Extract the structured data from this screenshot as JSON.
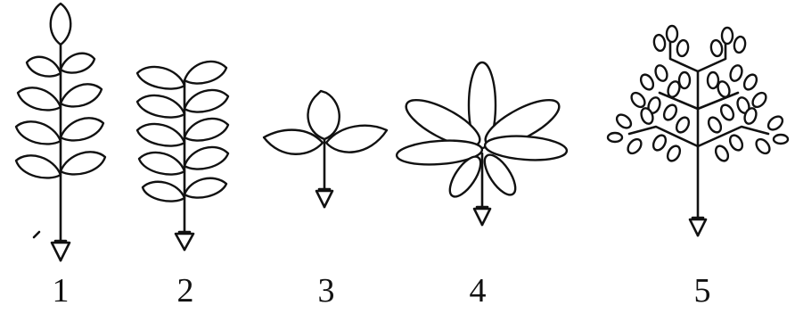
{
  "figure": {
    "labels": [
      "1",
      "2",
      "3",
      "4",
      "5"
    ],
    "leaf_types": [
      "odd-pinnate-compound-leaf",
      "even-pinnate-compound-leaf",
      "trifoliate-compound-leaf",
      "palmate-compound-leaf",
      "bipinnate-compound-leaf"
    ],
    "stroke_color": "#111111",
    "background_color": "#ffffff"
  }
}
